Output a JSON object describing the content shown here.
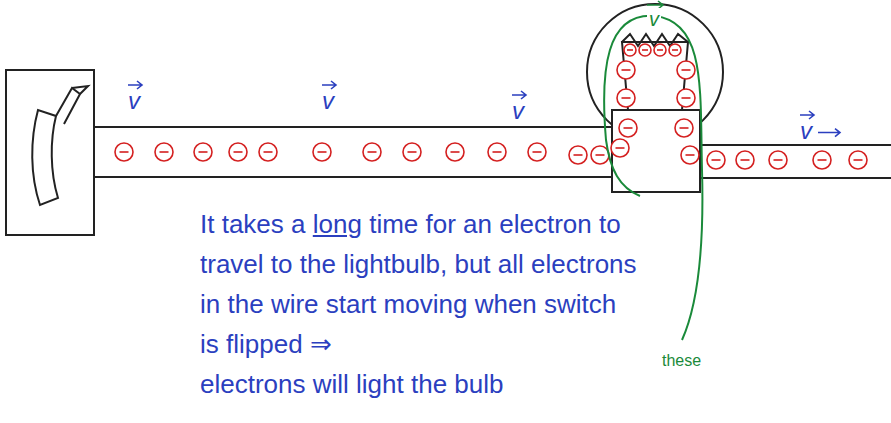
{
  "diagram": {
    "labels": [
      "v",
      "v",
      "v",
      "v",
      "v",
      "It takes a long time for an electron to travel to the lightbulb, but all electrons in the wire start moving when switch is flipped ⇒",
      "these",
      "electrons will light the bulb"
    ]
  }
}
